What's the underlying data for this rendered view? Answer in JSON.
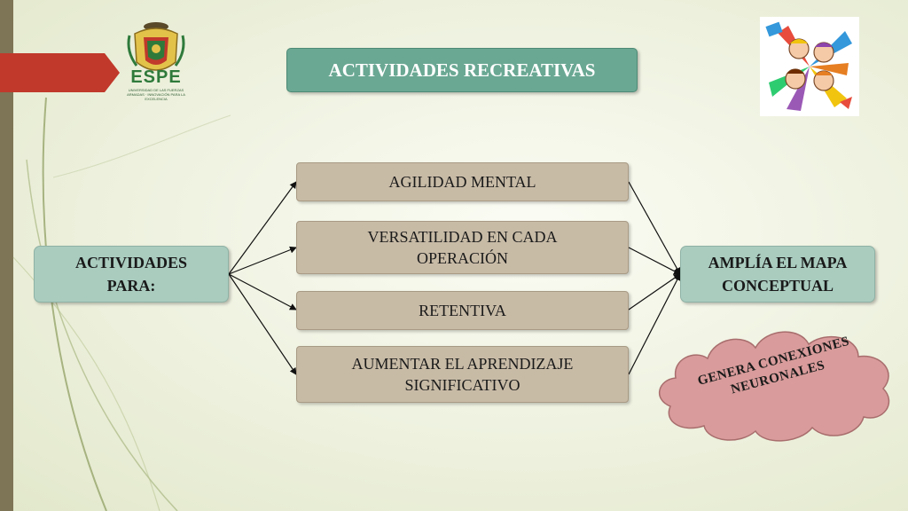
{
  "title": "ACTIVIDADES RECREATIVAS",
  "left_node": "ACTIVIDADES PARA:",
  "right_node": "AMPLÍA EL MAPA CONCEPTUAL",
  "middle_nodes": [
    "AGILIDAD MENTAL",
    "VERSATILIDAD EN CADA OPERACIÓN",
    "RETENTIVA",
    "AUMENTAR EL APRENDIZAJE SIGNIFICATIVO"
  ],
  "cloud_text": "GENERA CONEXIONES NEURONALES",
  "logo": {
    "name": "ESPE",
    "caption": "UNIVERSIDAD DE LAS FUERZAS ARMADAS · INNOVACIÓN PARA LA EXCELENCIA"
  },
  "colors": {
    "title_fill": "#6aa893",
    "side_fill": "#a9ccbf",
    "middle_fill": "#c8bba6",
    "cloud_fill": "#d99b9b",
    "accent_red": "#c0392b",
    "left_bar": "#7e7556"
  },
  "icons": [
    "espe-logo-icon",
    "children-clipart-icon"
  ]
}
